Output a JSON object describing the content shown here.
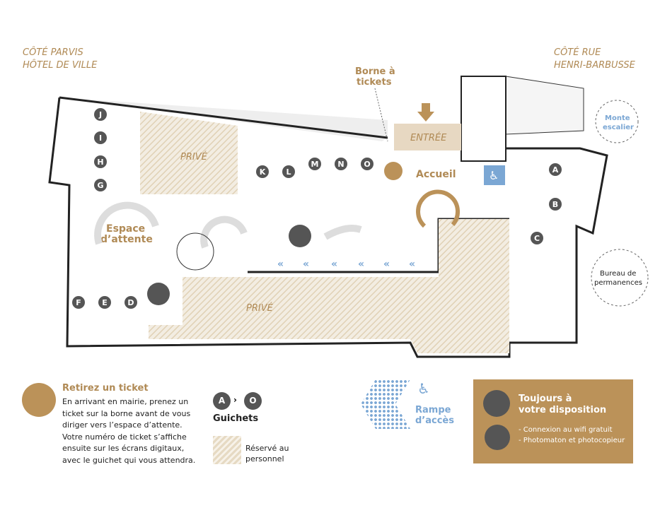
{
  "sides": {
    "left_1": "CÔTÉ PARVIS",
    "left_2": "HÔTEL DE VILLE",
    "right_1": "CÔTÉ RUE",
    "right_2": "HENRI-BARBUSSE"
  },
  "plan": {
    "borne_1": "Borne à",
    "borne_2": "tickets",
    "entree": "ENTRÉE",
    "accueil": "Accueil",
    "monte_1": "Monte",
    "monte_2": "escalier",
    "bureau_1": "Bureau de",
    "bureau_2": "permanences",
    "attente_1": "Espace",
    "attente_2": "d’attente",
    "prive_top": "PRIVÉ",
    "prive_bottom": "PRIVÉ",
    "counters": [
      "J",
      "I",
      "H",
      "G",
      "K",
      "L",
      "M",
      "N",
      "O",
      "A",
      "B",
      "C",
      "F",
      "E",
      "D"
    ]
  },
  "legend": {
    "ticket_title": "Retirez un ticket",
    "ticket_text": "En arrivant en mairie, prenez un ticket sur la borne avant de vous diriger vers l’espace d’attente. Votre numéro de ticket s’affiche ensuite sur les écrans digitaux, avec le guichet qui vous attendra.",
    "guichet_from": "A",
    "guichet_to": "O",
    "guichets": "Guichets",
    "reserve": "Réservé au personnel",
    "rampe_1": "Rampe",
    "rampe_2": "d’accès",
    "box_title_1": "Toujours à",
    "box_title_2": "votre disposition",
    "box_item_1": "- Connexion au wifi gratuit",
    "box_item_2": "- Photomaton et photocopieur"
  },
  "colors": {
    "gold": "#bb9259",
    "dark": "#555555",
    "blue": "#7ba7d4",
    "hatch": "#e6dac3"
  }
}
